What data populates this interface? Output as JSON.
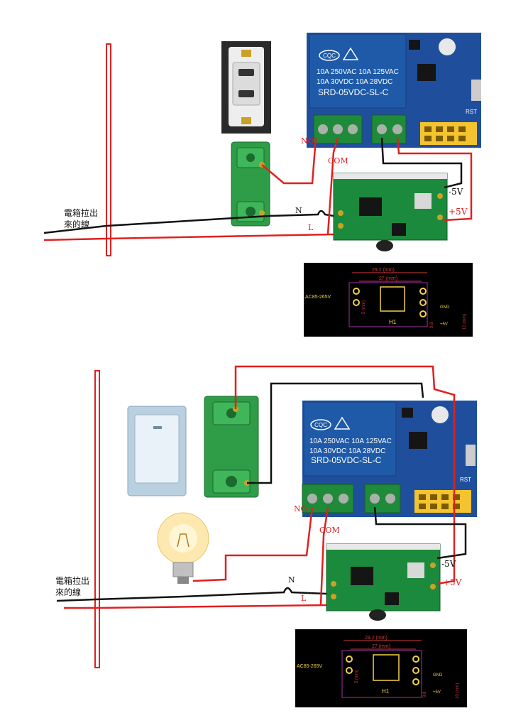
{
  "labels": {
    "no": "NO",
    "com": "COM",
    "neg5v": "-5V",
    "pos5v": "+5V",
    "neutral": "N",
    "live": "L",
    "panel_line1": "電箱拉出",
    "panel_line2": "來的線"
  },
  "relay": {
    "logo": "CQC",
    "spec1": "10A 250VAC  10A 125VAC",
    "spec2": "10A  30VDC  10A 28VDC",
    "model": "SRD-05VDC-SL-C",
    "rst": "RST"
  },
  "pcb": {
    "dim_outer": "29.2 (mm)",
    "dim_inner": "27 (mm)",
    "input": "AC85-265V",
    "component": "H1",
    "gnd": "GND",
    "plus5": "+5V",
    "dim_5": "5 (mm)",
    "dim_10": "10 (mm)",
    "dim_9": "9.8"
  },
  "colors": {
    "wire_red": "#e02020",
    "wire_black": "#111111",
    "relay_blue": "#1e5aa8",
    "board_blue": "#1f4f9c",
    "terminal_green": "#1f8a3a",
    "switch_green": "#2f9c47",
    "pcb_bg": "#000000"
  }
}
